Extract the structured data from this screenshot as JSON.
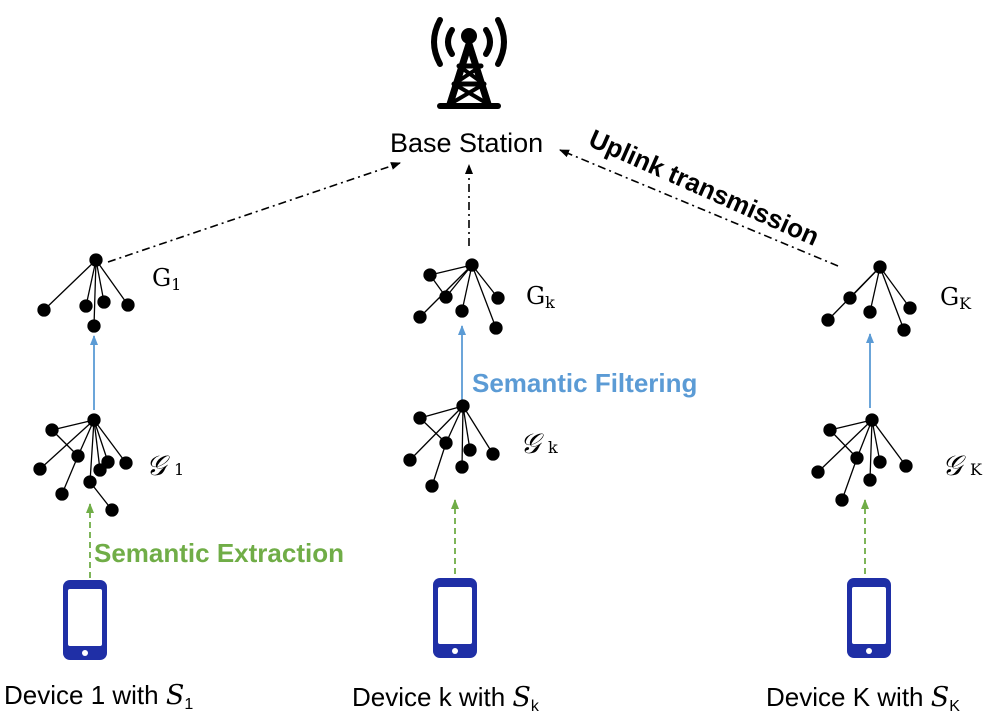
{
  "base_station": {
    "label": "Base Station"
  },
  "uplink_label": "Uplink transmission",
  "semantic_filtering_label": "Semantic Filtering",
  "semantic_extraction_label": "Semantic Extraction",
  "filtered_graphs": [
    {
      "base": "G",
      "sub": "1"
    },
    {
      "base": "G",
      "sub": "k"
    },
    {
      "base": "G",
      "sub": "K"
    }
  ],
  "extracted_graphs": [
    {
      "base": "𝒢",
      "sub": "1"
    },
    {
      "base": "𝒢",
      "sub": "k"
    },
    {
      "base": "𝒢",
      "sub": "K"
    }
  ],
  "devices": [
    {
      "prefix": "Device 1 with ",
      "var": "S",
      "sub": "1"
    },
    {
      "prefix": "Device k with ",
      "var": "S",
      "sub": "k"
    },
    {
      "prefix": "Device K with ",
      "var": "S",
      "sub": "K"
    }
  ],
  "colors": {
    "extraction": "#70ad47",
    "filtering": "#5b9bd5",
    "phone": "#1f2fa6",
    "node": "#000000"
  }
}
